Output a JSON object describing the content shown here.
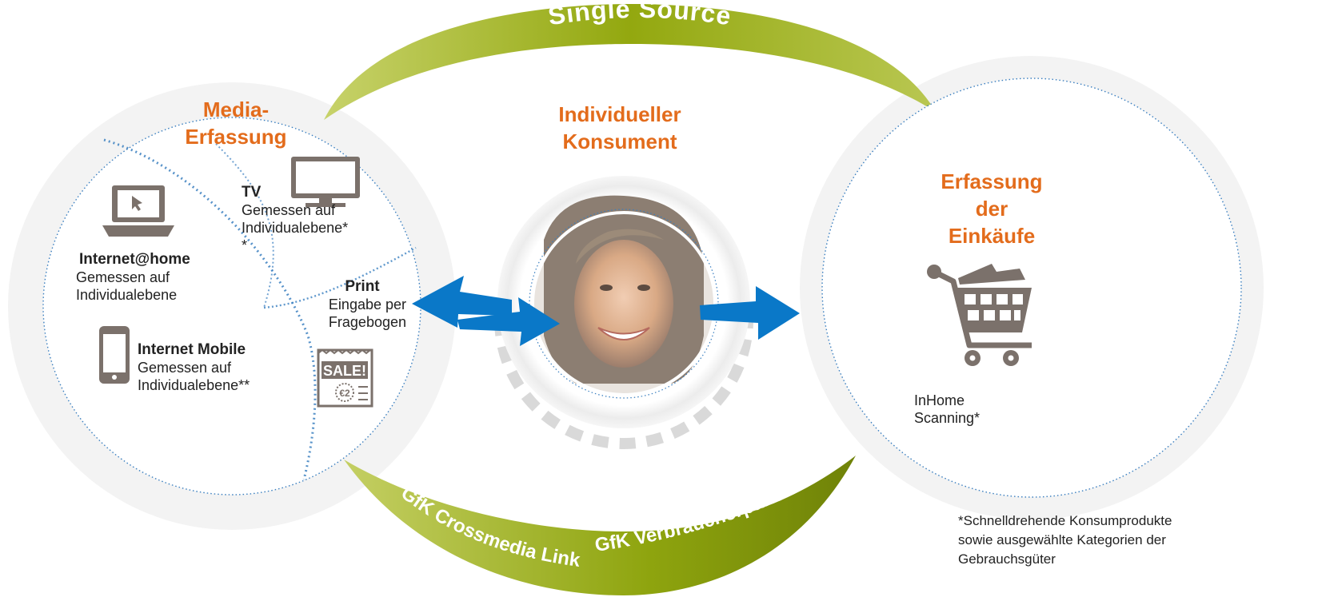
{
  "arcs": {
    "top_label": "Single Source",
    "bottom_left_label": "GfK Crossmedia Link",
    "bottom_right_label": "GfK Verbraucherpanel"
  },
  "media": {
    "title_line1": "Media-",
    "title_line2": "Erfassung",
    "tv": {
      "title": "TV",
      "line1": "Gemessen auf",
      "line2": "Individualebene*",
      "line3": "*"
    },
    "internet_home": {
      "title": "Internet@home",
      "line1": "Gemessen auf",
      "line2": "Individualebene"
    },
    "internet_mobile": {
      "title": "Internet Mobile",
      "line1": "Gemessen auf",
      "line2": "Individualebene**"
    },
    "print": {
      "title": "Print",
      "line1": "Eingabe per",
      "line2": "Fragebogen",
      "icon_text1": "SALE!",
      "icon_text2": "€2"
    }
  },
  "consumer": {
    "line1": "Individueller",
    "line2": "Konsument"
  },
  "purchases": {
    "line1": "Erfassung",
    "line2": "der",
    "line3": "Einkäufe",
    "scan_line1": "InHome",
    "scan_line2": "Scanning*"
  },
  "footnote": {
    "line1": "*Schnelldrehende Konsumprodukte",
    "line2": "sowie ausgewählte Kategorien der",
    "line3": "Gebrauchsgüter"
  },
  "colors": {
    "accent_orange": "#e36c1c",
    "arc_green": "#97ab12",
    "arrow_blue": "#0a78c8",
    "dotted_blue": "#3a7fc0",
    "icon_gray": "#7b716b"
  }
}
